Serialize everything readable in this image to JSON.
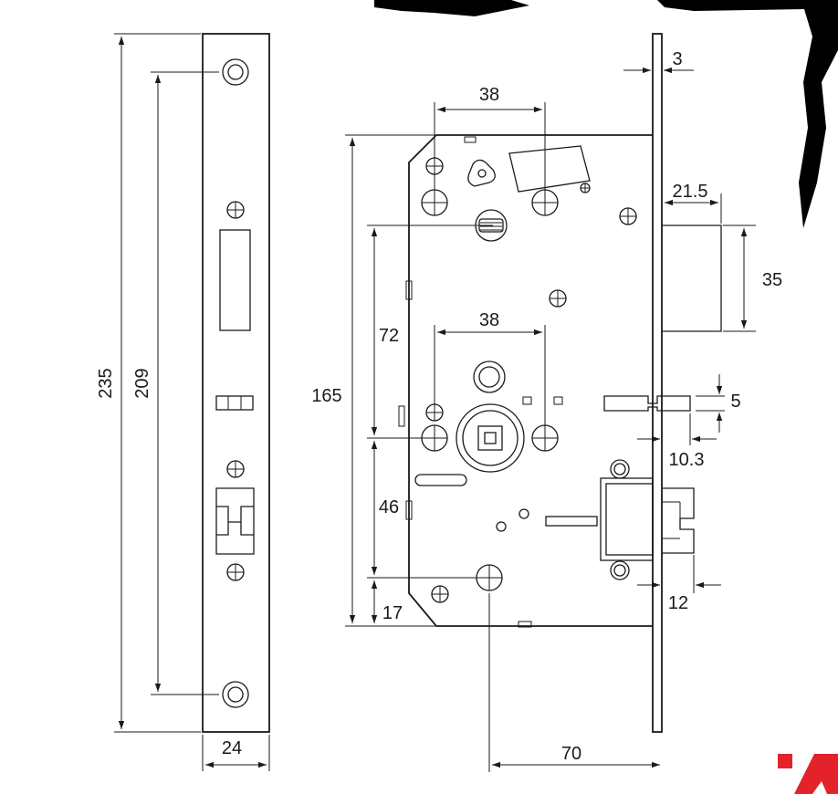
{
  "dimensions": {
    "faceplate_length": "235",
    "screw_spacing": "209",
    "faceplate_width": "24",
    "body_height": "165",
    "handle_to_latch_spacing": "72",
    "handle_to_cylinder_spacing": "46",
    "cylinder_to_bottom": "17",
    "top_hole_spacing": "38",
    "mid_hole_spacing": "38",
    "faceplate_thickness": "3",
    "latch_projection": "21.5",
    "latch_height": "35",
    "aux_latch_height": "5",
    "aux_latch_projection": "10.3",
    "deadbolt_projection": "12",
    "backset": "70"
  },
  "colors": {
    "line": "#1a1a1a",
    "background": "#ffffff",
    "logo_red": "#e3222b",
    "black_fill": "#000000"
  },
  "icons": [
    "screw-hole-icon",
    "arrowhead-icon",
    "logo-mark-icon"
  ]
}
